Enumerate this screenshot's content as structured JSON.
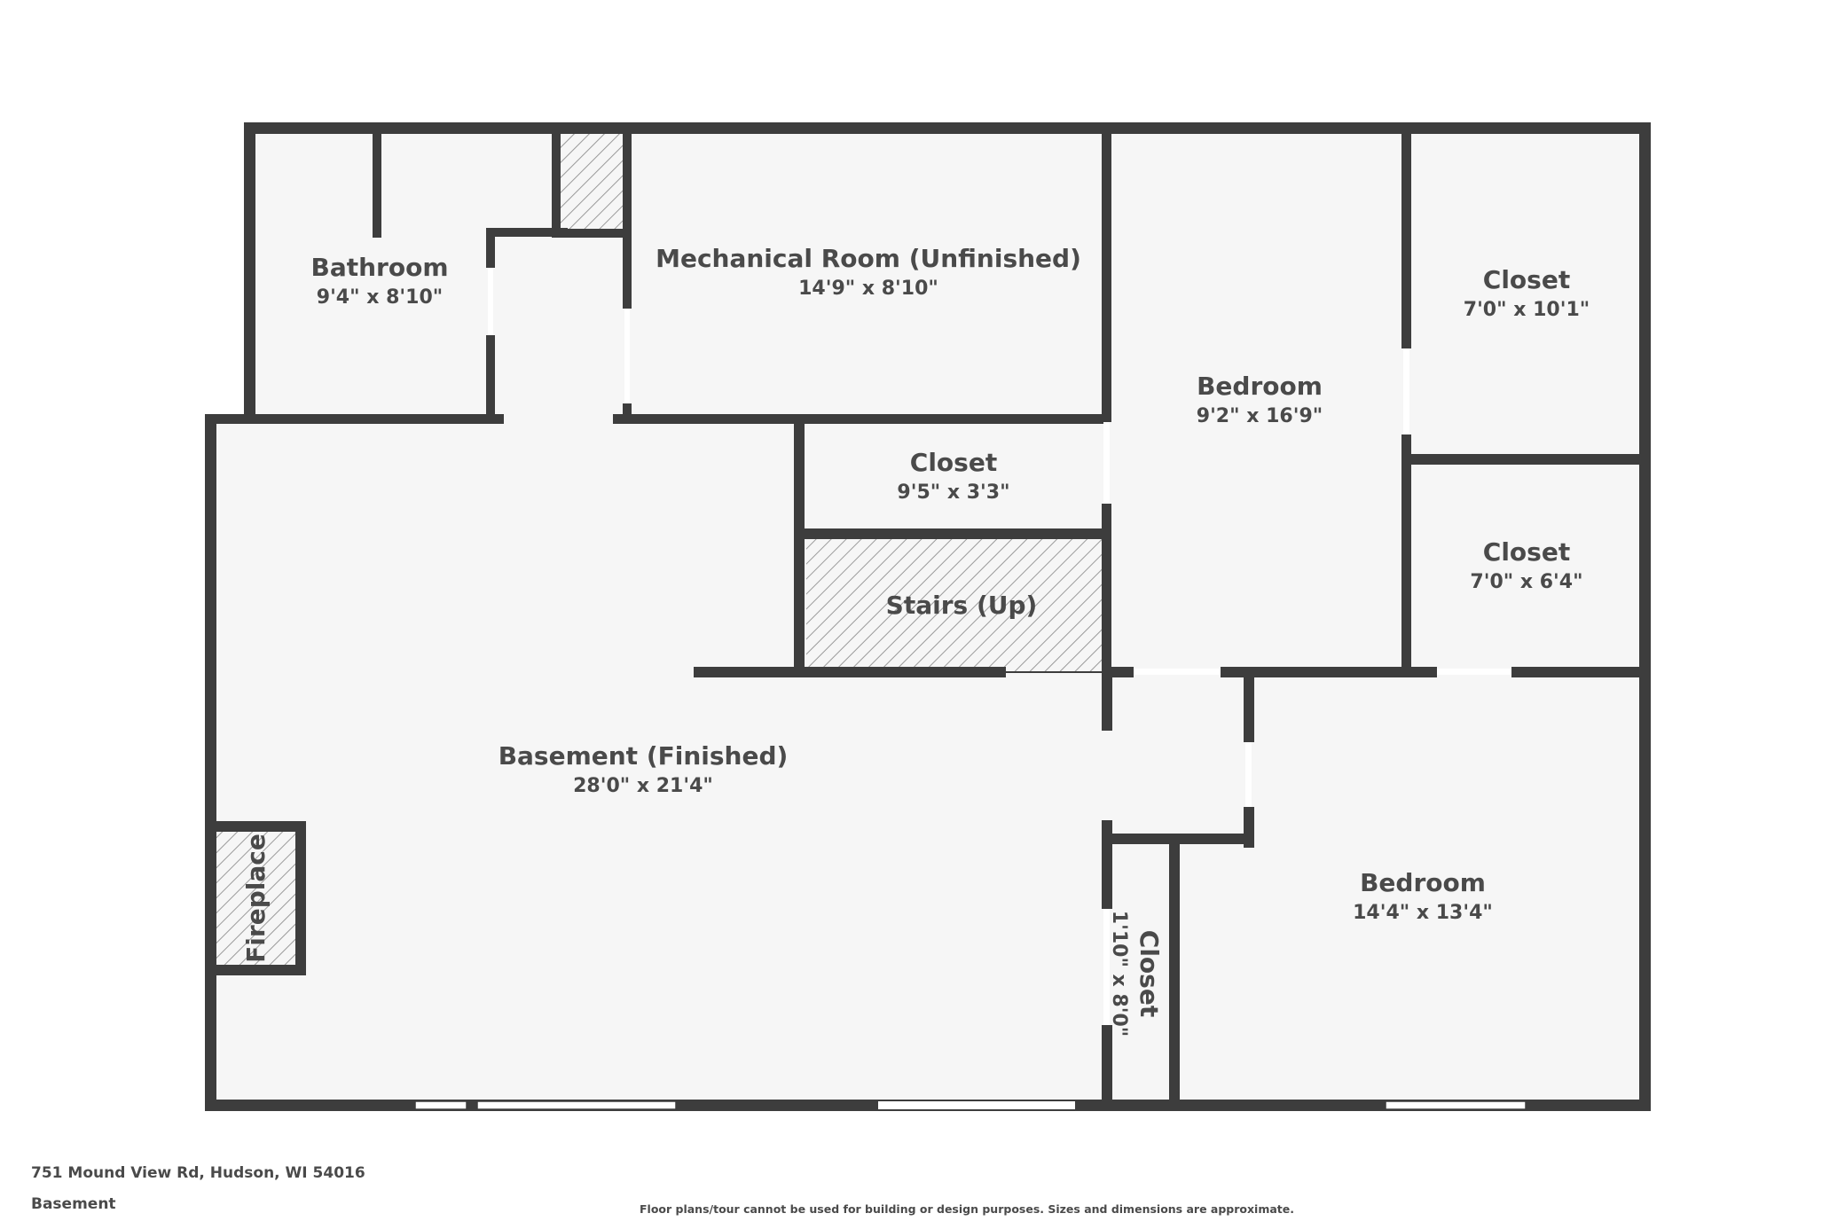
{
  "rooms": {
    "bathroom": {
      "name": "Bathroom",
      "dims": "9'4\" x 8'10\""
    },
    "mechanical": {
      "name": "Mechanical Room (Unfinished)",
      "dims": "14'9\" x 8'10\""
    },
    "bedroom_upper": {
      "name": "Bedroom",
      "dims": "9'2\" x 16'9\""
    },
    "closet_top_right": {
      "name": "Closet",
      "dims": "7'0\" x 10'1\""
    },
    "closet_mid_right": {
      "name": "Closet",
      "dims": "7'0\" x 6'4\""
    },
    "closet_center": {
      "name": "Closet",
      "dims": "9'5\" x 3'3\""
    },
    "stairs": {
      "name": "Stairs (Up)"
    },
    "basement": {
      "name": "Basement (Finished)",
      "dims": "28'0\" x 21'4\""
    },
    "fireplace": {
      "name": "Fireplace"
    },
    "closet_narrow": {
      "name": "Closet",
      "dims": "1'10\" x 8'0\""
    },
    "bedroom_lower": {
      "name": "Bedroom",
      "dims": "14'4\" x 13'4\""
    }
  },
  "footer": {
    "address": "751 Mound View Rd, Hudson, WI 54016",
    "level": "Basement",
    "disclaimer": "Floor plans/tour cannot be used for building or design purposes. Sizes and dimensions are approximate."
  },
  "colors": {
    "wall": "#3d3d3d",
    "floor": "#f6f6f6",
    "text": "#4a4a4a",
    "window": "#ffffff"
  }
}
